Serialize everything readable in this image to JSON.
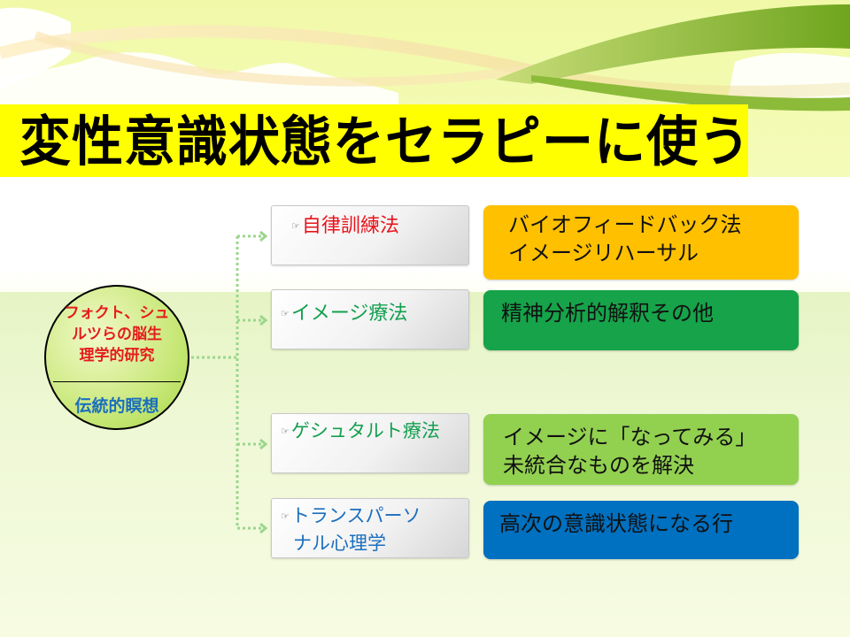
{
  "slide": {
    "title": "変性意識状態をセラピーに使う",
    "colors": {
      "title_bg": "#ffff00",
      "connector": "#9bd68e"
    }
  },
  "source": {
    "top_text": "フォクト、シュルツらの脳生理学的研究",
    "top_lines": [
      "フォクト、シュ",
      "ルツらの脳生",
      "理学的研究"
    ],
    "bottom_text": "伝統的瞑想",
    "top_color": "#e51c1c",
    "bottom_color": "#1b6fbd"
  },
  "branches": [
    {
      "method_icon": "pointing-hand-icon",
      "method_lines": [
        "自律訓練法"
      ],
      "method_color": "#e8141c",
      "description_lines": [
        "バイオフィードバック法",
        "イメージリハーサル"
      ],
      "description_bg": "#ffc000"
    },
    {
      "method_icon": "pointing-hand-icon",
      "method_lines": [
        "イメージ療法"
      ],
      "method_color": "#14a050",
      "description_lines": [
        "精神分析的解釈その他"
      ],
      "description_bg": "#16a34a"
    },
    {
      "method_icon": "pointing-hand-icon",
      "method_lines": [
        "ゲシュタルト療法"
      ],
      "method_color": "#14a050",
      "description_lines": [
        "イメージに「なってみる」",
        "未統合なものを解決"
      ],
      "description_bg": "#92d050"
    },
    {
      "method_icon": "pointing-hand-icon",
      "method_lines": [
        "トランスパーソ",
        "ナル心理学"
      ],
      "method_color": "#1b6fbd",
      "description_lines": [
        "高次の意識状態になる行"
      ],
      "description_bg": "#0070c0"
    }
  ],
  "hand_glyph": "☞"
}
